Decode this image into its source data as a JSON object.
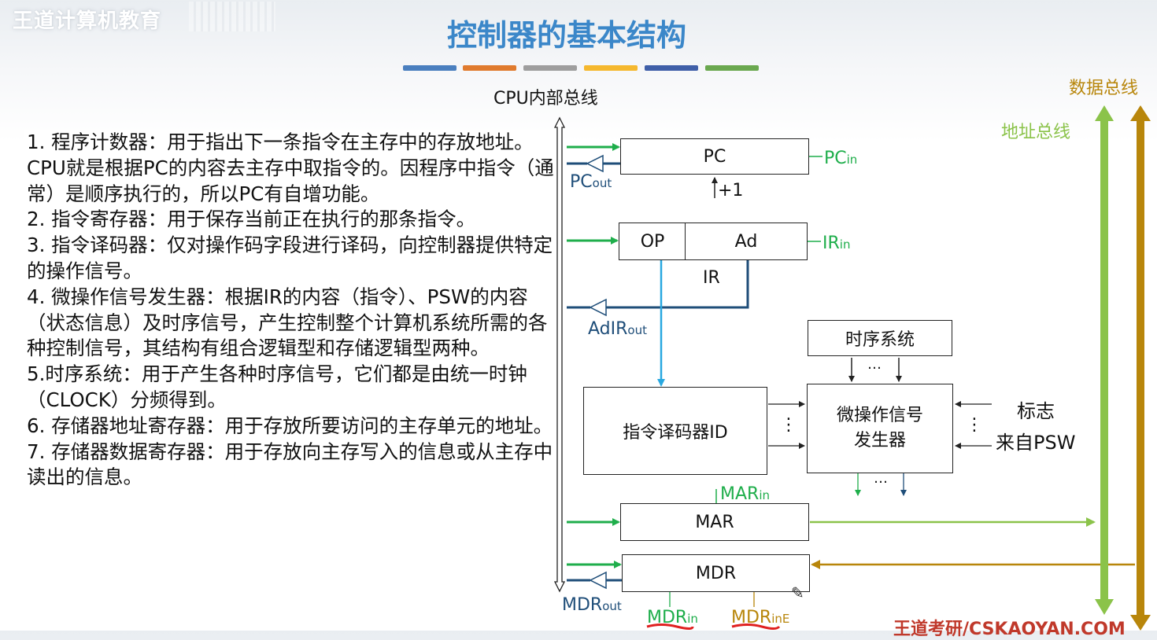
{
  "brand": "王道计算机教育",
  "title": "控制器的基本结构",
  "strip_colors": [
    "#4a7fbf",
    "#e07b2e",
    "#9e9e9e",
    "#f5b82e",
    "#3f5fa8",
    "#6aa84f"
  ],
  "description": [
    "1. 程序计数器：用于指出下一条指令在主存中的存放地址。CPU就是根据PC的内容去主存中取指令的。因程序中指令（通常）是顺序执行的，所以PC有自增功能。",
    "2. 指令寄存器：用于保存当前正在执行的那条指令。",
    "3. 指令译码器：仅对操作码字段进行译码，向控制器提供特定的操作信号。",
    "4. 微操作信号发生器：根据IR的内容（指令）、PSW的内容（状态信息）及时序信号，产生控制整个计算机系统所需的各种控制信号，其结构有组合逻辑型和存储逻辑型两种。",
    "5.时序系统：用于产生各种时序信号，它们都是由统一时钟（CLOCK）分频得到。",
    "6. 存储器地址寄存器：用于存放所要访问的主存单元的地址。",
    "7. 存储器数据寄存器：用于存放向主存写入的信息或从主存中读出的信息。"
  ],
  "bus": {
    "internal": "CPU内部总线",
    "data": "数据总线",
    "address": "地址总线"
  },
  "boxes": {
    "pc": "PC",
    "op": "OP",
    "ad": "Ad",
    "ir": "IR",
    "timing": "时序系统",
    "decoder": "指令译码器ID",
    "micro_line1": "微操作信号",
    "micro_line2": "发生器",
    "mar": "MAR",
    "mdr": "MDR"
  },
  "signals": {
    "pc_in": {
      "main": "PC",
      "sub": "in"
    },
    "pc_out": {
      "main": "PC",
      "sub": "out"
    },
    "plus_one": "+1",
    "ir_in": {
      "main": "IR",
      "sub": "in"
    },
    "ad_ir_out": {
      "main": "AdIR",
      "sub": "out"
    },
    "mar_in": {
      "main": "MAR",
      "sub": "in"
    },
    "mdr_out": {
      "main": "MDR",
      "sub": "out"
    },
    "mdr_in": {
      "main": "MDR",
      "sub": "in"
    },
    "mdr_ine": {
      "main": "MDR",
      "sub": "inE"
    },
    "flag": "标志",
    "from_psw": "来自PSW",
    "dots": "…",
    "vdots": "⋮"
  },
  "watermark": "王道考研/CSKAOYAN.COM",
  "colors": {
    "title": "#3b87c9",
    "green_signal": "#1fae4b",
    "navy_signal": "#1f4e79",
    "address_bus": "#8bc34a",
    "data_bus": "#b8860b",
    "decode_line": "#29a8e0"
  }
}
